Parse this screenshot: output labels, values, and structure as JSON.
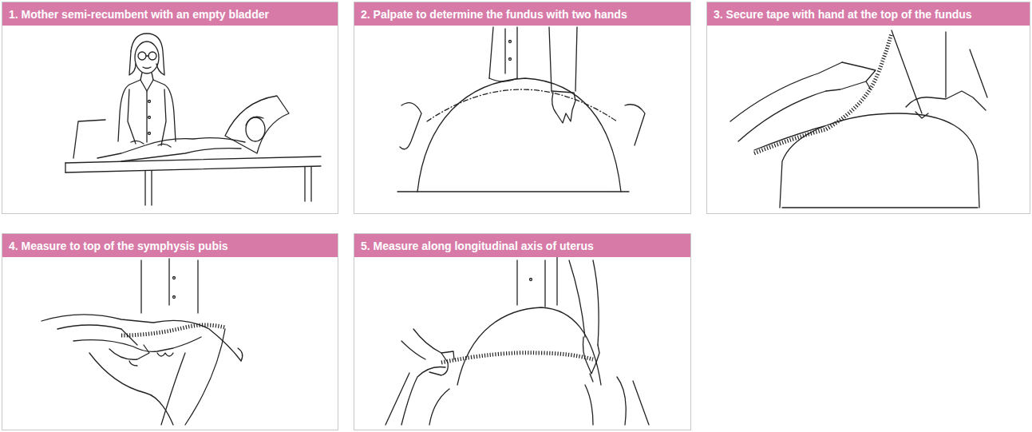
{
  "diagram": {
    "nodes": [
      {
        "text": [
          "1. Mother semi-recumbent with an empty bladder"
        ]
      },
      {
        "text": [
          "2. Palpate to determine the fundus with two hands"
        ]
      },
      {
        "text": [
          "3. Secure tape with hand at the top of the fundus"
        ]
      },
      {
        "text": [
          "4. Measure to top of the symphysis pubis"
        ]
      },
      {
        "text": [
          "5. Measure along longitudinal axis of uterus"
        ]
      }
    ]
  }
}
